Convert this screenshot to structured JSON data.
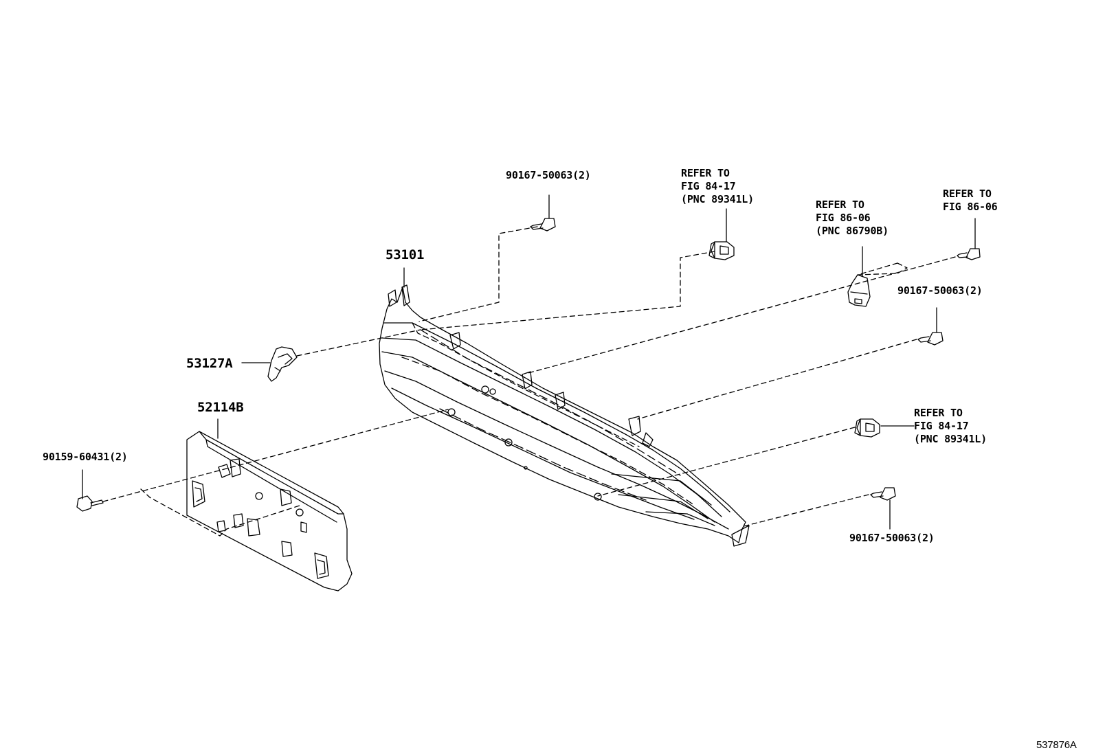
{
  "parts": {
    "bolt_top_center": "90167-50063(2)",
    "refer_top_1": [
      "REFER TO",
      "FIG 84-17",
      "(PNC 89341L)"
    ],
    "refer_top_2": [
      "REFER TO",
      "FIG 86-06",
      "(PNC 86790B)"
    ],
    "refer_top_3": [
      "REFER TO",
      "FIG 86-06"
    ],
    "bolt_right_upper": "90167-50063(2)",
    "grille": "53101",
    "emblem_bracket": "53127A",
    "license_bracket": "52114B",
    "screw_left": "90159-60431(2)",
    "refer_right_mid": [
      "REFER TO",
      "FIG 84-17",
      "(PNC 89341L)"
    ],
    "bolt_right_lower": "90167-50063(2)"
  },
  "illustration_id": "537876A"
}
